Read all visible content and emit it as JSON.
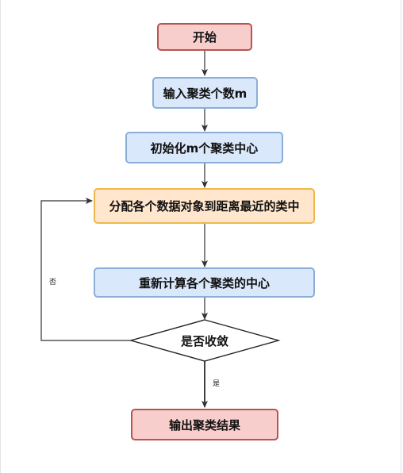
{
  "diagram": {
    "nodes": {
      "start": "开始",
      "input_m": "输入聚类个数m",
      "init_centers": "初始化m个聚类中心",
      "assign": "分配各个数据对象到距离最近的类中",
      "recompute": "重新计算各个聚类的中心",
      "converge": "是否收敛",
      "output": "输出聚类结果"
    },
    "edge_labels": {
      "no": "否",
      "yes": "是"
    }
  },
  "colors": {
    "terminal_fill": "#f8cecc",
    "terminal_border": "#b85450",
    "process_fill": "#dae8fc",
    "process_border": "#8aaed6",
    "highlight_fill": "#ffe6cc",
    "highlight_border": "#f0b84a",
    "edge": "#333333"
  }
}
